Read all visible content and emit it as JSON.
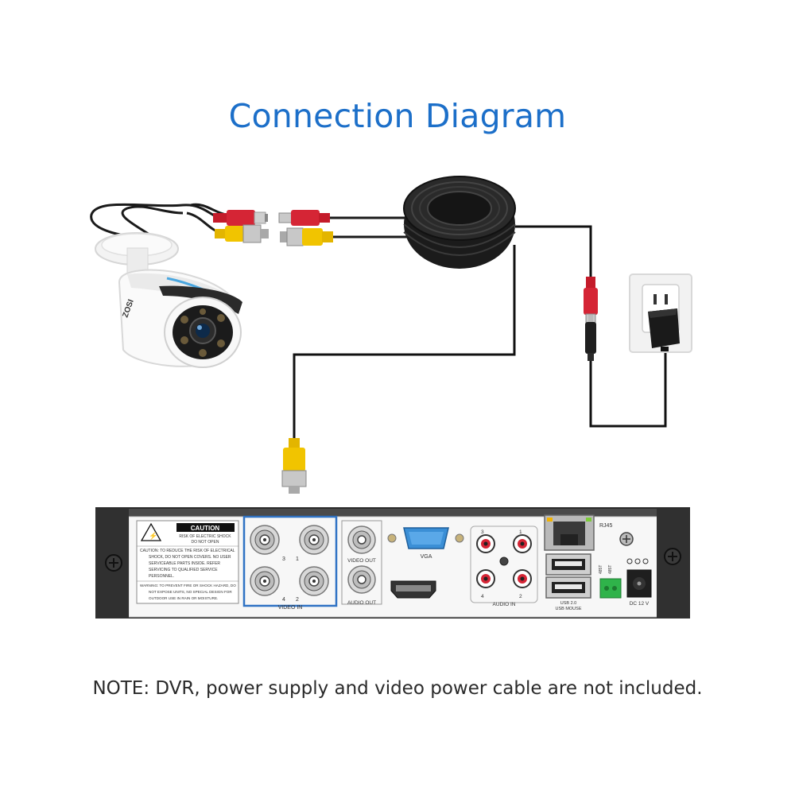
{
  "title": "Connection Diagram",
  "note": "NOTE: DVR, power supply and video power cable are not included.",
  "camera": {
    "brand": "ZOSI"
  },
  "dvr": {
    "caution_title": "CAUTION",
    "caution_sub1": "RISK OF ELECTRIC SHOCK",
    "caution_sub2": "DO NOT OPEN",
    "caution_l1": "CAUTION: TO REDUCE THE RISK OF ELECTRICAL",
    "caution_l2": "SHOCK, DO NOT OPEN COVERS. NO USER",
    "caution_l3": "SERVICEABLE PARTS INSIDE. REFER",
    "caution_l4": "SERVICING TO QUALIFIED SERVICE",
    "caution_l5": "PERSONNEL.",
    "warning_l1": "WARNING: TO PREVENT FIRE OR SHOCK HAZARD, DO",
    "warning_l2": "NOT EXPOSE UNITS, NO SPECIAL DESIGN FOR",
    "warning_l3": "OUTDOOR USE IN RAIN OR MOISTURE.",
    "video_in": "VIDEO IN",
    "ch3": "3",
    "ch1": "1",
    "ch4": "4",
    "ch2": "2",
    "video_out": "VIDEO OUT",
    "audio_out": "AUDIO OUT",
    "vga": "VGA",
    "audio_in": "AUDIO IN",
    "a3": "3",
    "a1": "1",
    "a4": "4",
    "a2": "2",
    "rj45": "RJ45",
    "usb_label": "USB 2.0",
    "usb_mouse": "USB MOUSE",
    "rs485_a": "485T",
    "rs485_b": "485T",
    "dc": "DC 12 V"
  }
}
